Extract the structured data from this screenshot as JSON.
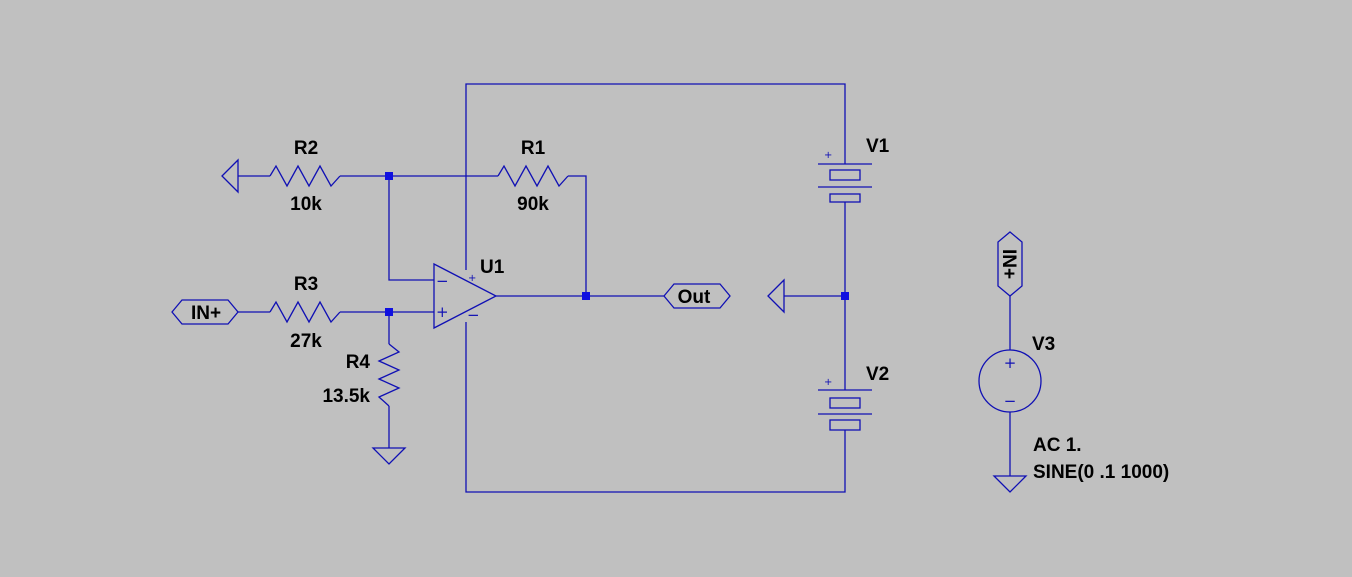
{
  "colors": {
    "background": "#c0c0c0",
    "wire": "#1010b4",
    "junction": "#1010e0",
    "text": "#000000"
  },
  "components": {
    "r1": {
      "ref": "R1",
      "value": "90k"
    },
    "r2": {
      "ref": "R2",
      "value": "10k"
    },
    "r3": {
      "ref": "R3",
      "value": "27k"
    },
    "r4": {
      "ref": "R4",
      "value": "13.5k"
    },
    "u1": {
      "ref": "U1"
    },
    "v1": {
      "ref": "V1"
    },
    "v2": {
      "ref": "V2"
    },
    "v3": {
      "ref": "V3",
      "value_line1": "AC 1.",
      "value_line2": "SINE(0 .1 1000)"
    }
  },
  "net_labels": {
    "in_left": "IN+",
    "in_v3": "IN+",
    "out": "Out"
  },
  "pin_symbols": {
    "plus": "+",
    "minus": "−"
  }
}
